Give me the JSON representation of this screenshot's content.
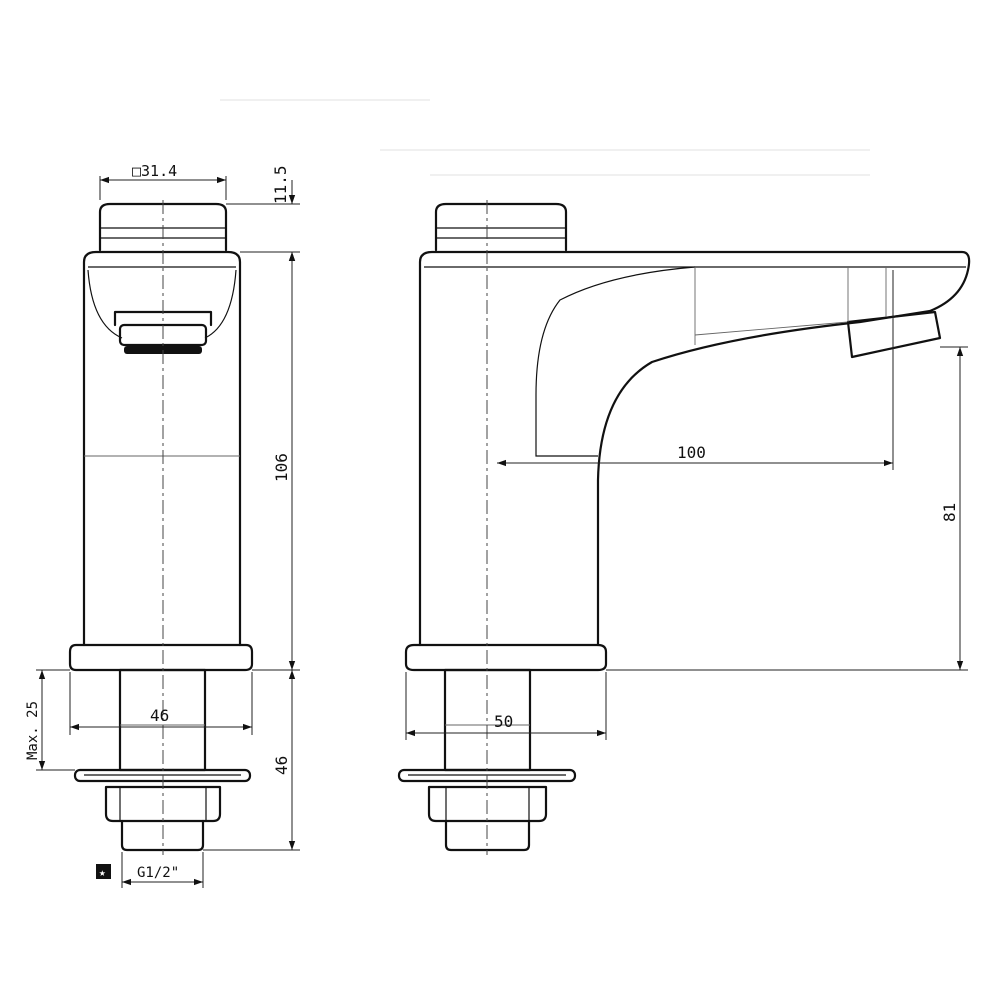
{
  "dimensions": {
    "square_head": "□31.4",
    "head_height": "11.5",
    "body_height": "106",
    "max_thickness": "Max. 25",
    "base_width_front": "46",
    "shank_length": "46",
    "thread": "G1/2\"",
    "spout_reach": "100",
    "outlet_height": "81",
    "base_width_side": "50"
  }
}
